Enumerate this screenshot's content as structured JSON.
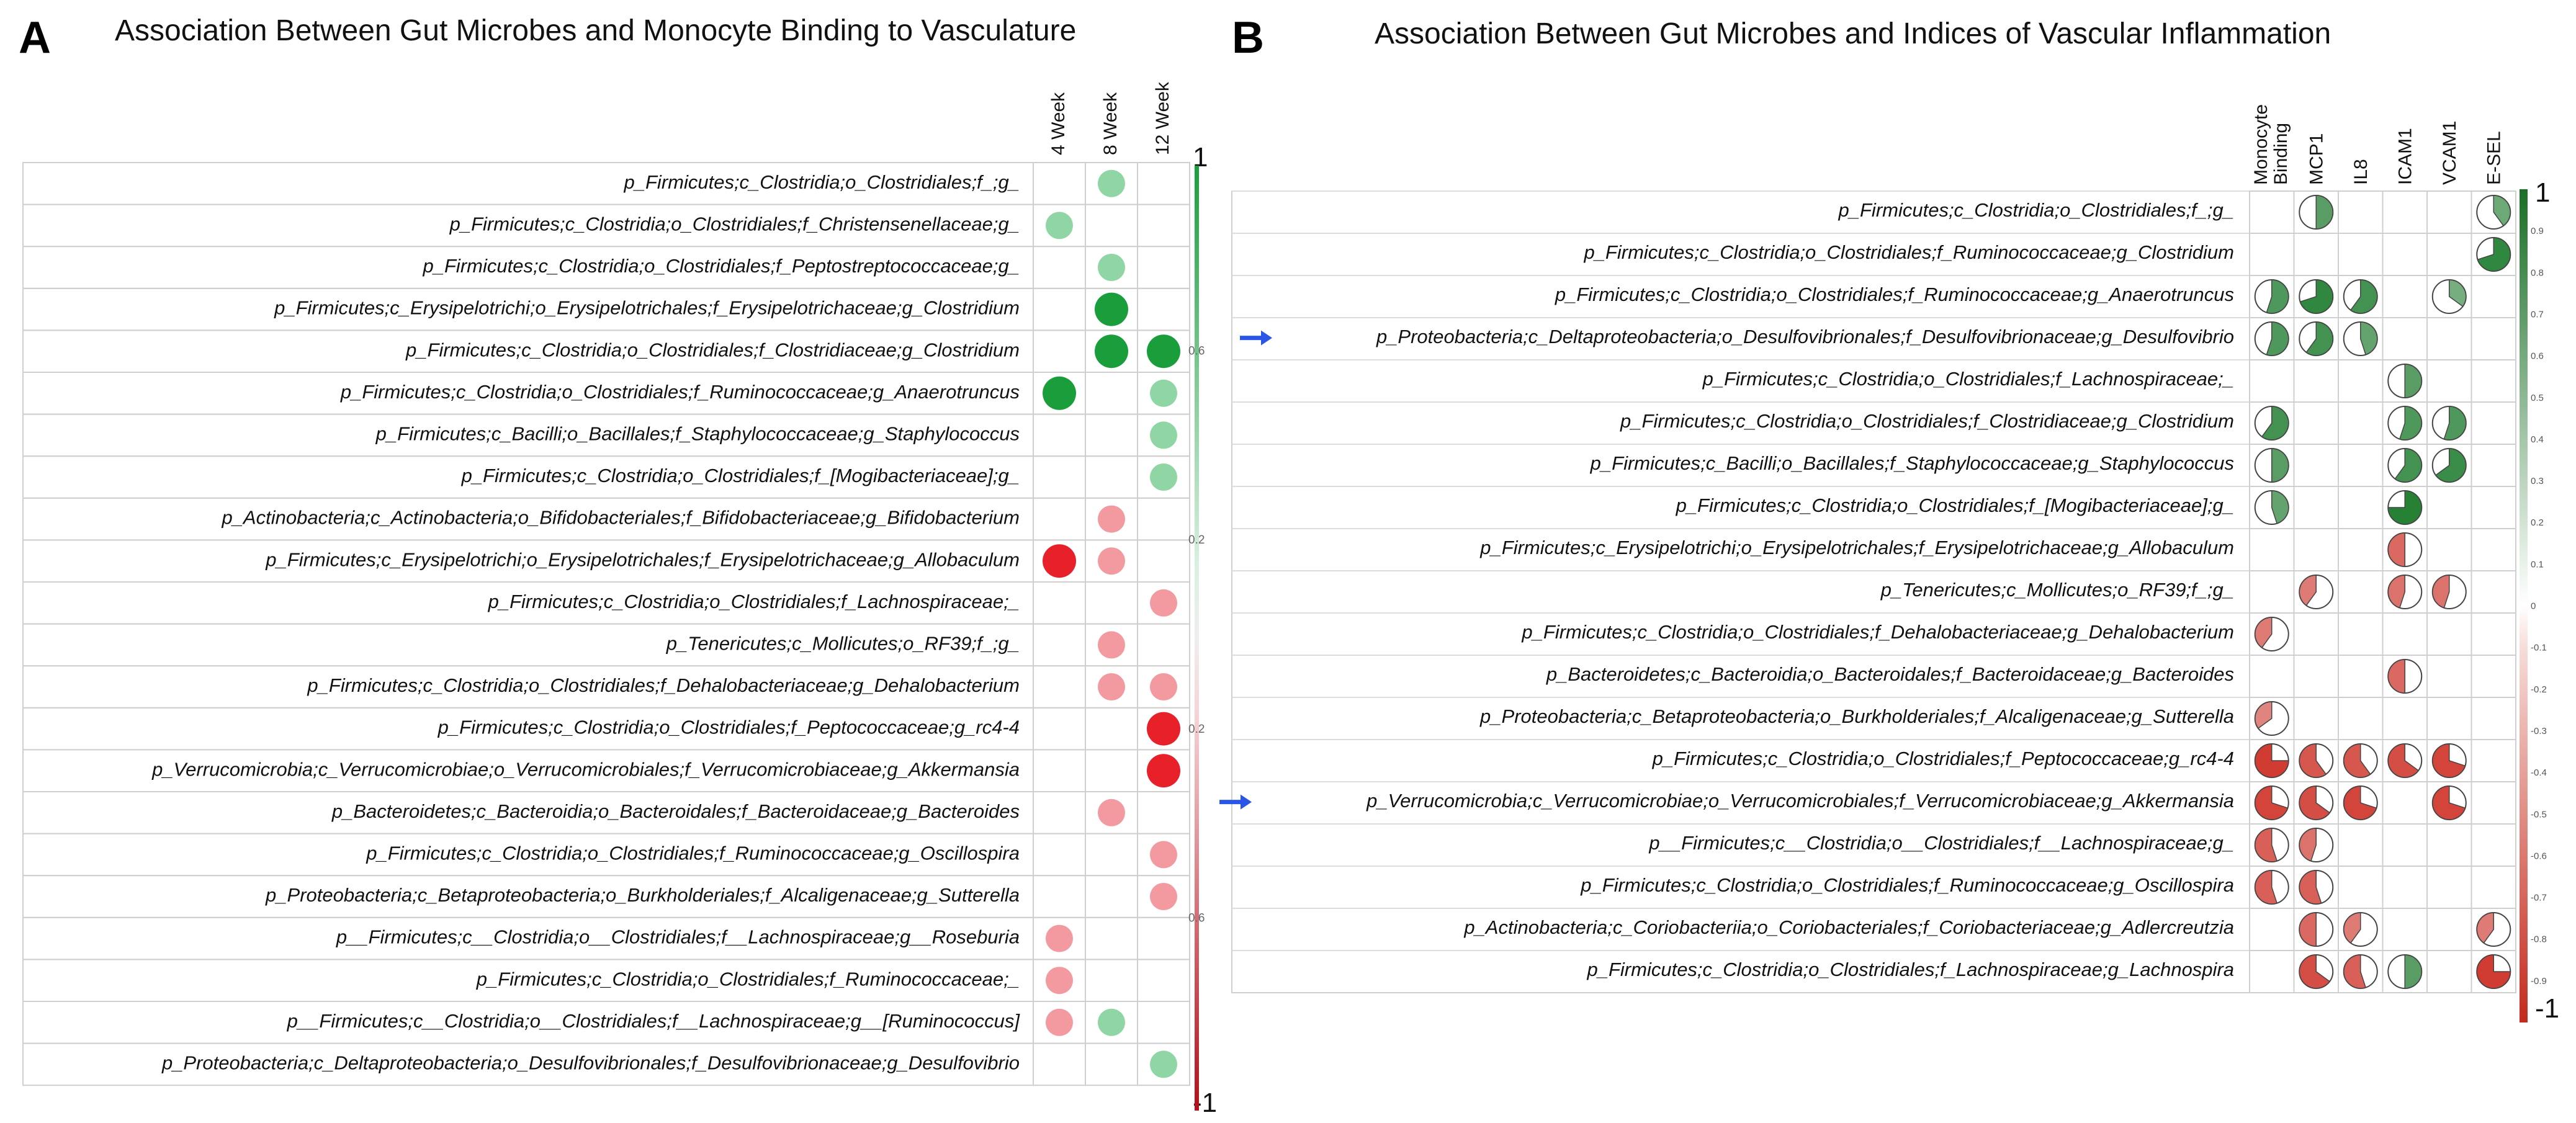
{
  "chart_data": [
    {
      "type": "heatmap",
      "panel": "A",
      "title": "Association Between Gut Microbes and Monocyte Binding to Vasculature",
      "columns": [
        "4 Week",
        "8 Week",
        "12 Week"
      ],
      "rows": [
        "p_Firmicutes;c_Clostridia;o_Clostridiales;f_;g_",
        "p_Firmicutes;c_Clostridia;o_Clostridiales;f_Christensenellaceae;g_",
        "p_Firmicutes;c_Clostridia;o_Clostridiales;f_Peptostreptococcaceae;g_",
        "p_Firmicutes;c_Erysipelotrichi;o_Erysipelotrichales;f_Erysipelotrichaceae;g_Clostridium",
        "p_Firmicutes;c_Clostridia;o_Clostridiales;f_Clostridiaceae;g_Clostridium",
        "p_Firmicutes;c_Clostridia;o_Clostridiales;f_Ruminococcaceae;g_Anaerotruncus",
        "p_Firmicutes;c_Bacilli;o_Bacillales;f_Staphylococcaceae;g_Staphylococcus",
        "p_Firmicutes;c_Clostridia;o_Clostridiales;f_[Mogibacteriaceae];g_",
        "p_Actinobacteria;c_Actinobacteria;o_Bifidobacteriales;f_Bifidobacteriaceae;g_Bifidobacterium",
        "p_Firmicutes;c_Erysipelotrichi;o_Erysipelotrichales;f_Erysipelotrichaceae;g_Allobaculum",
        "p_Firmicutes;c_Clostridia;o_Clostridiales;f_Lachnospiraceae;_",
        "p_Tenericutes;c_Mollicutes;o_RF39;f_;g_",
        "p_Firmicutes;c_Clostridia;o_Clostridiales;f_Dehalobacteriaceae;g_Dehalobacterium",
        "p_Firmicutes;c_Clostridia;o_Clostridiales;f_Peptococcaceae;g_rc4-4",
        "p_Verrucomicrobia;c_Verrucomicrobiae;o_Verrucomicrobiales;f_Verrucomicrobiaceae;g_Akkermansia",
        "p_Bacteroidetes;c_Bacteroidia;o_Bacteroidales;f_Bacteroidaceae;g_Bacteroides",
        "p_Firmicutes;c_Clostridia;o_Clostridiales;f_Ruminococcaceae;g_Oscillospira",
        "p_Proteobacteria;c_Betaproteobacteria;o_Burkholderiales;f_Alcaligenaceae;g_Sutterella",
        "p__Firmicutes;c__Clostridia;o__Clostridiales;f__Lachnospiraceae;g__Roseburia",
        "p_Firmicutes;c_Clostridia;o_Clostridiales;f_Ruminococcaceae;_",
        "p__Firmicutes;c__Clostridia;o__Clostridiales;f__Lachnospiraceae;g__[Ruminococcus]",
        "p_Proteobacteria;c_Deltaproteobacteria;o_Desulfovibrionales;f_Desulfovibrionaceae;g_Desulfovibrio"
      ],
      "values": [
        [
          null,
          0.45,
          null
        ],
        [
          0.45,
          null,
          null
        ],
        [
          null,
          0.45,
          null
        ],
        [
          null,
          0.8,
          null
        ],
        [
          null,
          0.8,
          0.8
        ],
        [
          0.8,
          null,
          0.45
        ],
        [
          null,
          null,
          0.45
        ],
        [
          null,
          null,
          0.45
        ],
        [
          null,
          -0.45,
          null
        ],
        [
          -0.9,
          -0.45,
          null
        ],
        [
          null,
          null,
          -0.45
        ],
        [
          null,
          -0.45,
          null
        ],
        [
          null,
          -0.45,
          -0.45
        ],
        [
          null,
          null,
          -0.9
        ],
        [
          null,
          null,
          -0.9
        ],
        [
          null,
          -0.45,
          null
        ],
        [
          null,
          null,
          -0.45
        ],
        [
          null,
          null,
          -0.45
        ],
        [
          -0.45,
          null,
          null
        ],
        [
          -0.45,
          null,
          null
        ],
        [
          -0.45,
          0.45,
          null
        ],
        [
          null,
          null,
          0.45
        ]
      ],
      "colorbar": {
        "max_label": "1",
        "min_label": "-1",
        "tick_labels": [
          "0.6",
          "0.2",
          "0.2",
          "0.6"
        ],
        "range": [
          -1,
          1
        ]
      },
      "colors": {
        "positive": "#1a9e3c",
        "negative": "#e8202a",
        "positive_light": "#8fd6a4",
        "negative_light": "#f39aa0"
      }
    },
    {
      "type": "heatmap",
      "panel": "B",
      "title": "Association Between Gut Microbes and Indices of Vascular Inflammation",
      "columns": [
        "Monocyte Binding",
        "MCP1",
        "IL8",
        "ICAM1",
        "VCAM1",
        "E-SEL"
      ],
      "rows": [
        "p_Firmicutes;c_Clostridia;o_Clostridiales;f_;g_",
        "p_Firmicutes;c_Clostridia;o_Clostridiales;f_Ruminococcaceae;g_Clostridium",
        "p_Firmicutes;c_Clostridia;o_Clostridiales;f_Ruminococcaceae;g_Anaerotruncus",
        "p_Proteobacteria;c_Deltaproteobacteria;o_Desulfovibrionales;f_Desulfovibrionaceae;g_Desulfovibrio",
        "p_Firmicutes;c_Clostridia;o_Clostridiales;f_Lachnospiraceae;_",
        "p_Firmicutes;c_Clostridia;o_Clostridiales;f_Clostridiaceae;g_Clostridium",
        "p_Firmicutes;c_Bacilli;o_Bacillales;f_Staphylococcaceae;g_Staphylococcus",
        "p_Firmicutes;c_Clostridia;o_Clostridiales;f_[Mogibacteriaceae];g_",
        "p_Firmicutes;c_Erysipelotrichi;o_Erysipelotrichales;f_Erysipelotrichaceae;g_Allobaculum",
        "p_Tenericutes;c_Mollicutes;o_RF39;f_;g_",
        "p_Firmicutes;c_Clostridia;o_Clostridiales;f_Dehalobacteriaceae;g_Dehalobacterium",
        "p_Bacteroidetes;c_Bacteroidia;o_Bacteroidales;f_Bacteroidaceae;g_Bacteroides",
        "p_Proteobacteria;c_Betaproteobacteria;o_Burkholderiales;f_Alcaligenaceae;g_Sutterella",
        "p_Firmicutes;c_Clostridia;o_Clostridiales;f_Peptococcaceae;g_rc4-4",
        "p_Verrucomicrobia;c_Verrucomicrobiae;o_Verrucomicrobiales;f_Verrucomicrobiaceae;g_Akkermansia",
        "p__Firmicutes;c__Clostridia;o__Clostridiales;f__Lachnospiraceae;g_",
        "p_Firmicutes;c_Clostridia;o_Clostridiales;f_Ruminococcaceae;g_Oscillospira",
        "p_Actinobacteria;c_Coriobacteriia;o_Coriobacteriales;f_Coriobacteriaceae;g_Adlercreutzia",
        "p_Firmicutes;c_Clostridia;o_Clostridiales;f_Lachnospiraceae;g_Lachnospira"
      ],
      "arrow_rows": [
        3,
        14
      ],
      "values": [
        [
          null,
          0.5,
          null,
          null,
          null,
          0.4
        ],
        [
          null,
          null,
          null,
          null,
          null,
          0.7
        ],
        [
          0.55,
          0.7,
          0.6,
          null,
          0.35,
          null
        ],
        [
          0.55,
          0.6,
          0.45,
          null,
          null,
          null
        ],
        [
          null,
          null,
          null,
          0.5,
          null,
          null
        ],
        [
          0.6,
          null,
          null,
          0.55,
          0.55,
          null
        ],
        [
          0.5,
          null,
          null,
          0.6,
          0.65,
          null
        ],
        [
          0.45,
          null,
          null,
          0.75,
          null,
          null
        ],
        [
          null,
          null,
          null,
          -0.5,
          null,
          null
        ],
        [
          null,
          -0.4,
          null,
          -0.45,
          -0.45,
          null
        ],
        [
          -0.4,
          null,
          null,
          null,
          null,
          null
        ],
        [
          null,
          null,
          null,
          -0.5,
          null,
          null
        ],
        [
          -0.35,
          null,
          null,
          null,
          null,
          null
        ],
        [
          -0.75,
          -0.6,
          -0.6,
          -0.65,
          -0.7,
          null
        ],
        [
          -0.7,
          -0.65,
          -0.7,
          null,
          -0.7,
          null
        ],
        [
          -0.55,
          -0.45,
          null,
          null,
          null,
          null
        ],
        [
          -0.55,
          -0.55,
          null,
          null,
          null,
          null
        ],
        [
          null,
          -0.5,
          -0.4,
          null,
          null,
          -0.4
        ],
        [
          null,
          -0.65,
          -0.55,
          0.5,
          null,
          -0.75
        ]
      ],
      "colorbar": {
        "max_label": "1",
        "min_label": "-1",
        "tick_labels": [
          "0.9",
          "0.8",
          "0.7",
          "0.6",
          "0.5",
          "0.4",
          "0.3",
          "0.2",
          "0.1",
          "0",
          "-0.1",
          "-0.2",
          "-0.3",
          "-0.4",
          "-0.5",
          "-0.6",
          "-0.7",
          "-0.8",
          "-0.9"
        ],
        "range": [
          -1,
          1
        ]
      },
      "colors": {
        "positive": "#1e7d2e",
        "negative": "#d0352a",
        "light": "#f5d0cc",
        "arrow": "#2a56e8"
      }
    }
  ]
}
